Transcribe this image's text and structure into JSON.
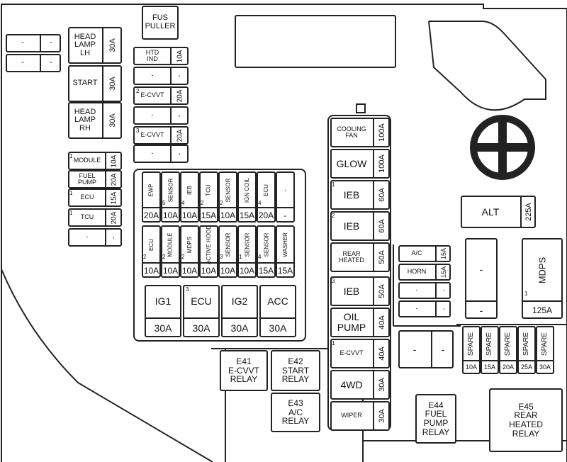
{
  "title": "",
  "left_pairs": [
    [
      "-",
      "-"
    ],
    [
      "-",
      "-"
    ]
  ],
  "headlamp_lh": {
    "label": "HEAD\nLAMP\nLH",
    "amp": "30A"
  },
  "start": {
    "label": "START",
    "amp": "30A"
  },
  "headlamp_rh": {
    "label": "HEAD\nLAMP\nRH",
    "amp": "30A"
  },
  "fus_puller": "FUS\nPULLER",
  "col2": [
    {
      "label": "HTD\nIND",
      "amp": "10A",
      "sup": ""
    },
    {
      "label": "-",
      "amp": "-",
      "sup": ""
    },
    {
      "label": "E-CVVT",
      "amp": "20A",
      "sup": "2"
    },
    {
      "label": "-",
      "amp": "-",
      "sup": ""
    },
    {
      "label": "E-CVVT",
      "amp": "20A",
      "sup": "3"
    },
    {
      "label": "-",
      "amp": "-",
      "sup": ""
    }
  ],
  "left_small": [
    {
      "label": "MODULE",
      "amp": "10A",
      "sup": "1"
    },
    {
      "label": "FUEL\nPUMP",
      "amp": "20A",
      "sup": ""
    },
    {
      "label": "ECU",
      "amp": "15A",
      "sup": "1"
    },
    {
      "label": "TCU",
      "amp": "20A",
      "sup": "1"
    },
    {
      "label": "-",
      "amp": "-",
      "sup": ""
    }
  ],
  "mini_top": [
    {
      "label": "EWP",
      "amp": "20A",
      "sup": ""
    },
    {
      "label": "SENSOR",
      "amp": "10A",
      "sup": "5"
    },
    {
      "label": "IEB",
      "amp": "10A",
      "sup": "4"
    },
    {
      "label": "TCU",
      "amp": "15A",
      "sup": "2"
    },
    {
      "label": "SENSOR",
      "amp": "10A",
      "sup": "2"
    },
    {
      "label": "IGN\nCOIL",
      "amp": "15A",
      "sup": ""
    },
    {
      "label": "ECU",
      "amp": "20A",
      "sup": "4"
    },
    {
      "label": "-",
      "amp": "-",
      "sup": ""
    }
  ],
  "mini_bottom": [
    {
      "label": "ECU",
      "amp": "10A",
      "sup": "2"
    },
    {
      "label": "MODULE",
      "amp": "10A",
      "sup": "2"
    },
    {
      "label": "MDPS",
      "amp": "10A",
      "sup": "2"
    },
    {
      "label": "ACTIVE\nHOOD",
      "amp": "10A",
      "sup": ""
    },
    {
      "label": "SENSOR",
      "amp": "10A",
      "sup": "3"
    },
    {
      "label": "SENSOR",
      "amp": "10A",
      "sup": "1"
    },
    {
      "label": "SENSOR",
      "amp": "15A",
      "sup": "4"
    },
    {
      "label": "WASHER",
      "amp": "15A",
      "sup": ""
    }
  ],
  "relays_big": [
    {
      "label": "IG1",
      "amp": "30A",
      "sup": ""
    },
    {
      "label": "ECU",
      "amp": "30A",
      "sup": "3"
    },
    {
      "label": "IG2",
      "amp": "30A",
      "sup": ""
    },
    {
      "label": "ACC",
      "amp": "30A",
      "sup": ""
    }
  ],
  "center_col": [
    {
      "label": "COOLING\nFAN",
      "amp": "100A",
      "sup": "",
      "cls": "sm"
    },
    {
      "label": "GLOW",
      "amp": "100A",
      "sup": "",
      "cls": "big"
    },
    {
      "label": "IEB",
      "amp": "60A",
      "sup": "1",
      "cls": "big"
    },
    {
      "label": "IEB",
      "amp": "60A",
      "sup": "2",
      "cls": "big"
    },
    {
      "label": "REAR\nHEATED",
      "amp": "50A",
      "sup": "",
      "cls": "sm"
    },
    {
      "label": "IEB",
      "amp": "50A",
      "sup": "3",
      "cls": "big"
    },
    {
      "label": "OIL\nPUMP",
      "amp": "40A",
      "sup": "",
      "cls": "big"
    },
    {
      "label": "E-CVVT",
      "amp": "40A",
      "sup": "1",
      "cls": "sm"
    },
    {
      "label": "4WD",
      "amp": "30A",
      "sup": "",
      "cls": "big"
    },
    {
      "label": "WIPER",
      "amp": "30A",
      "sup": "",
      "cls": "sm"
    }
  ],
  "e41": "E41\nE-CVVT\nRELAY",
  "e42": "E42\nSTART\nRELAY",
  "e43": "E43\nA/C\nRELAY",
  "e44": "E44\nFUEL\nPUMP\nRELAY",
  "e45": "E45\nREAR\nHEATED\nRELAY",
  "alt": {
    "label": "ALT",
    "amp": "225A"
  },
  "ac_horn": [
    {
      "label": "A/C",
      "amp": "15A"
    },
    {
      "label": "HORN",
      "amp": "15A"
    },
    {
      "label": "-",
      "amp": "-"
    },
    {
      "label": "-",
      "amp": "-"
    }
  ],
  "blank_tall": {
    "top": "-",
    "bottom": "-"
  },
  "mdps": {
    "label": "MDPS",
    "amp": "125A",
    "sup": "1"
  },
  "pair_mid": [
    "-",
    "-"
  ],
  "spares": [
    {
      "label": "SPARE",
      "amp": "10A"
    },
    {
      "label": "SPARE",
      "amp": "15A"
    },
    {
      "label": "SPARE",
      "amp": "20A"
    },
    {
      "label": "SPARE",
      "amp": "25A"
    },
    {
      "label": "SPARE",
      "amp": "30A"
    }
  ],
  "plus_sign": "plus-terminal-icon"
}
